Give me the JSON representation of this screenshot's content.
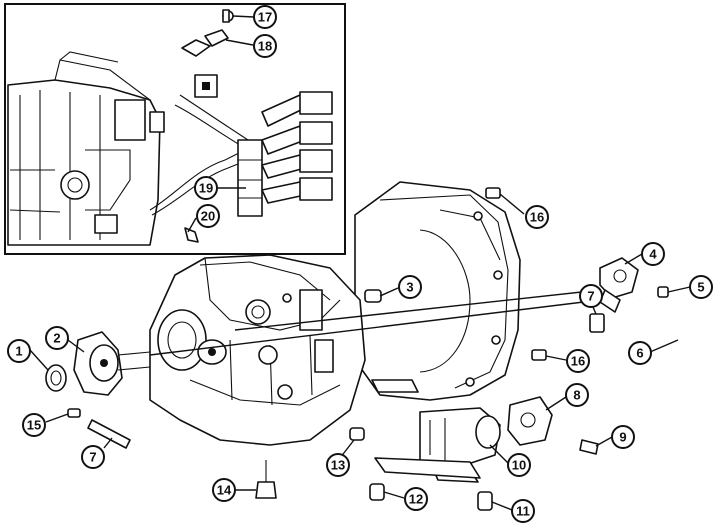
{
  "callouts": [
    {
      "id": "c1",
      "label": "1"
    },
    {
      "id": "c2",
      "label": "2"
    },
    {
      "id": "c3",
      "label": "3"
    },
    {
      "id": "c4",
      "label": "4"
    },
    {
      "id": "c5",
      "label": "5"
    },
    {
      "id": "c6",
      "label": "6"
    },
    {
      "id": "c7a",
      "label": "7"
    },
    {
      "id": "c7b",
      "label": "7"
    },
    {
      "id": "c8",
      "label": "8"
    },
    {
      "id": "c9",
      "label": "9"
    },
    {
      "id": "c10",
      "label": "10"
    },
    {
      "id": "c11",
      "label": "11"
    },
    {
      "id": "c12",
      "label": "12"
    },
    {
      "id": "c13",
      "label": "13"
    },
    {
      "id": "c14",
      "label": "14"
    },
    {
      "id": "c15",
      "label": "15"
    },
    {
      "id": "c16a",
      "label": "16"
    },
    {
      "id": "c16b",
      "label": "16"
    },
    {
      "id": "c17",
      "label": "17"
    },
    {
      "id": "c18",
      "label": "18"
    },
    {
      "id": "c19",
      "label": "19"
    },
    {
      "id": "c20",
      "label": "20"
    }
  ]
}
